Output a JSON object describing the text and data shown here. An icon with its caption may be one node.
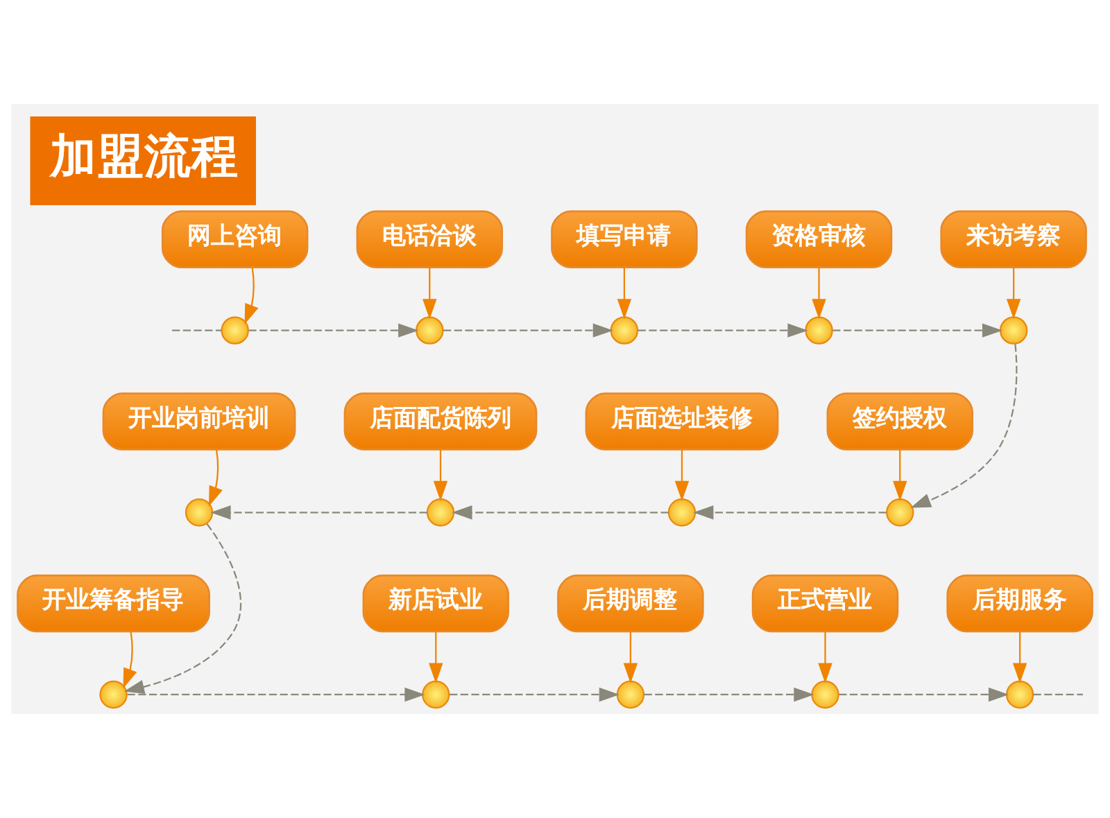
{
  "diagram": {
    "title": "加盟流程",
    "nodes": [
      {
        "text": [
          "网上咨询"
        ]
      },
      {
        "text": [
          "电话洽谈"
        ]
      },
      {
        "text": [
          "填写申请"
        ]
      },
      {
        "text": [
          "资格审核"
        ]
      },
      {
        "text": [
          "来访考察"
        ]
      },
      {
        "text": [],
        "shape": "circle"
      },
      {
        "text": [],
        "shape": "circle"
      },
      {
        "text": [],
        "shape": "circle"
      },
      {
        "text": [],
        "shape": "circle"
      },
      {
        "text": [],
        "shape": "circle"
      },
      {
        "text": [
          "开业岗前培训"
        ]
      },
      {
        "text": [
          "店面配货陈列"
        ]
      },
      {
        "text": [
          "店面选址装修"
        ]
      },
      {
        "text": [
          "签约授权"
        ]
      },
      {
        "text": [],
        "shape": "circle"
      },
      {
        "text": [],
        "shape": "circle"
      },
      {
        "text": [],
        "shape": "circle"
      },
      {
        "text": [],
        "shape": "circle"
      },
      {
        "text": [
          "开业筹备指导"
        ]
      },
      {
        "text": [
          "新店试业"
        ]
      },
      {
        "text": [
          "后期调整"
        ]
      },
      {
        "text": [
          "正式营业"
        ]
      },
      {
        "text": [
          "后期服务"
        ]
      },
      {
        "text": [],
        "shape": "circle"
      },
      {
        "text": [],
        "shape": "circle"
      },
      {
        "text": [],
        "shape": "circle"
      },
      {
        "text": [],
        "shape": "circle"
      },
      {
        "text": [],
        "shape": "circle"
      }
    ],
    "edges": [
      {
        "from": null,
        "to": 5,
        "arrow": "none",
        "style": "dashed"
      },
      {
        "from": 5,
        "to": 6,
        "arrow": "to",
        "style": "dashed"
      },
      {
        "from": 6,
        "to": 7,
        "arrow": "to",
        "style": "dashed"
      },
      {
        "from": 7,
        "to": 8,
        "arrow": "to",
        "style": "dashed"
      },
      {
        "from": 8,
        "to": 9,
        "arrow": "to",
        "style": "dashed"
      },
      {
        "from": 9,
        "to": 17,
        "arrow": "to",
        "style": "dashed"
      },
      {
        "from": 17,
        "to": 16,
        "arrow": "to",
        "style": "dashed"
      },
      {
        "from": 16,
        "to": 15,
        "arrow": "to",
        "style": "dashed"
      },
      {
        "from": 15,
        "to": 14,
        "arrow": "to",
        "style": "dashed"
      },
      {
        "from": 14,
        "to": 23,
        "arrow": "to",
        "style": "dashed"
      },
      {
        "from": 23,
        "to": 24,
        "arrow": "to",
        "style": "dashed"
      },
      {
        "from": 24,
        "to": 25,
        "arrow": "to",
        "style": "dashed"
      },
      {
        "from": 25,
        "to": 26,
        "arrow": "to",
        "style": "dashed"
      },
      {
        "from": 26,
        "to": 27,
        "arrow": "to",
        "style": "dashed"
      },
      {
        "from": 27,
        "to": null,
        "arrow": "none",
        "style": "dashed"
      },
      {
        "from": 0,
        "to": 5,
        "arrow": "to",
        "color": "#f08300"
      },
      {
        "from": 1,
        "to": 6,
        "arrow": "to",
        "color": "#f08300"
      },
      {
        "from": 2,
        "to": 7,
        "arrow": "to",
        "color": "#f08300"
      },
      {
        "from": 3,
        "to": 8,
        "arrow": "to",
        "color": "#f08300"
      },
      {
        "from": 4,
        "to": 9,
        "arrow": "to",
        "color": "#f08300"
      },
      {
        "from": 10,
        "to": 14,
        "arrow": "to",
        "color": "#f08300"
      },
      {
        "from": 11,
        "to": 15,
        "arrow": "to",
        "color": "#f08300"
      },
      {
        "from": 12,
        "to": 16,
        "arrow": "to",
        "color": "#f08300"
      },
      {
        "from": 13,
        "to": 17,
        "arrow": "to",
        "color": "#f08300"
      },
      {
        "from": 18,
        "to": 23,
        "arrow": "to",
        "color": "#f08300"
      },
      {
        "from": 19,
        "to": 24,
        "arrow": "to",
        "color": "#f08300"
      },
      {
        "from": 20,
        "to": 25,
        "arrow": "to",
        "color": "#f08300"
      },
      {
        "from": 21,
        "to": 26,
        "arrow": "to",
        "color": "#f08300"
      },
      {
        "from": 22,
        "to": 27,
        "arrow": "to",
        "color": "#f08300"
      }
    ]
  }
}
